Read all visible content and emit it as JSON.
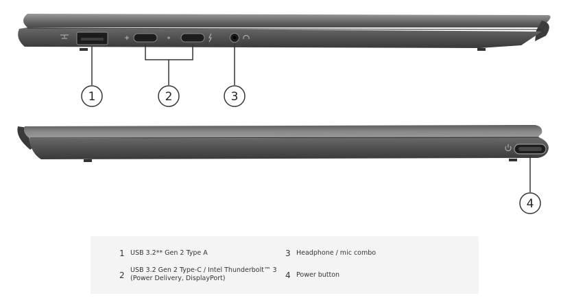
{
  "callouts": [
    "1",
    "2",
    "3",
    "4"
  ],
  "legend": {
    "items": [
      {
        "num": "1",
        "lines": [
          "USB 3.2** Gen 2 Type A"
        ]
      },
      {
        "num": "2",
        "lines": [
          "USB 3.2 Gen 2 Type-C / Intel Thunderbolt™ 3",
          "(Power Delivery, DisplayPort)"
        ]
      },
      {
        "num": "3",
        "lines": [
          "Headphone / mic combo"
        ]
      },
      {
        "num": "4",
        "lines": [
          "Power button"
        ]
      }
    ]
  },
  "icons": [
    "superspeed-usb-icon",
    "power-delivery-icon",
    "thunderbolt-icon",
    "headphone-icon",
    "power-icon"
  ],
  "colors": {
    "chassis_dark": "#4a4a4a",
    "chassis_light": "#8a8a8a",
    "legend_bg": "#f4f4f4"
  }
}
